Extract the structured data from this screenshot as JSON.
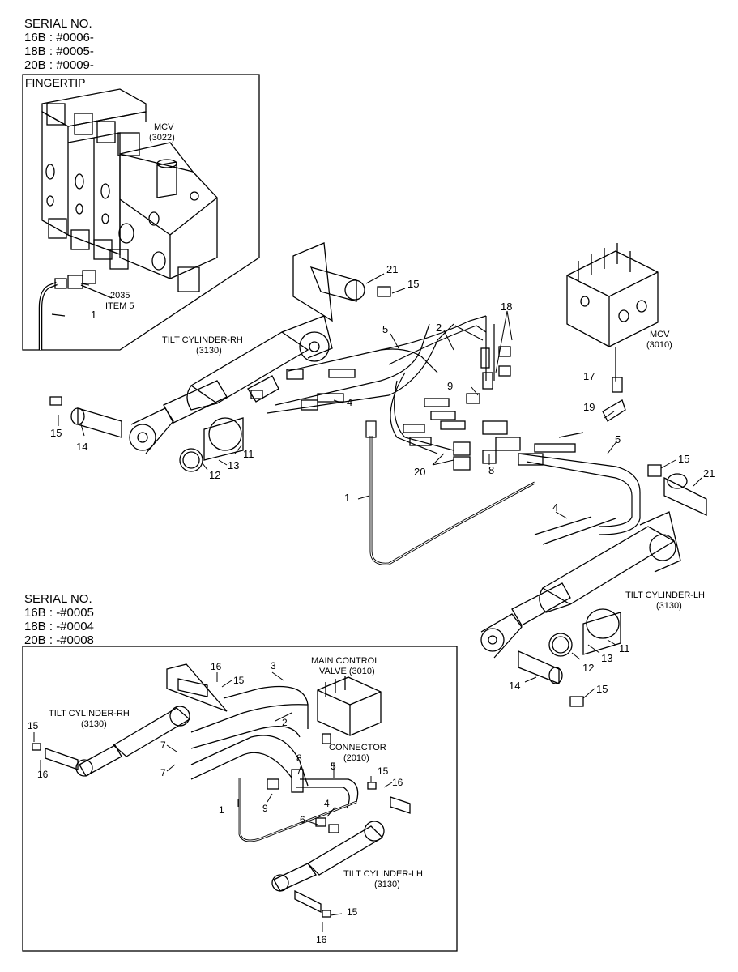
{
  "serial_top": {
    "heading": "SERIAL NO.",
    "lines": [
      "16B : #0006-",
      "18B : #0005-",
      "20B : #0009-"
    ]
  },
  "serial_bottom": {
    "heading": "SERIAL NO.",
    "lines": [
      "16B : -#0005",
      "18B : -#0004",
      "20B : -#0008"
    ]
  },
  "inset": {
    "title": "FINGERTIP",
    "mcv_label": "MCV",
    "mcv_code": "(3022)",
    "item_label": "2035",
    "item_sub": "ITEM 5",
    "callout": "1"
  },
  "main": {
    "tilt_rh": "TILT CYLINDER-RH",
    "tilt_rh_code": "(3130)",
    "tilt_lh": "TILT CYLINDER-LH",
    "tilt_lh_code": "(3130)",
    "mcv": "MCV",
    "mcv_code": "(3010)",
    "callouts": {
      "c21a": "21",
      "c15a": "15",
      "c18": "18",
      "c5a": "5",
      "c2": "2",
      "c17": "17",
      "c19": "19",
      "c9": "9",
      "c4a": "4",
      "c15b": "15",
      "c14a": "14",
      "c11a": "11",
      "c13a": "13",
      "c12a": "12",
      "c20": "20",
      "c8": "8",
      "c1": "1",
      "c5b": "5",
      "c15c": "15",
      "c21b": "21",
      "c4b": "4",
      "c11b": "11",
      "c13b": "13",
      "c12b": "12",
      "c14b": "14",
      "c15d": "15"
    }
  },
  "lower": {
    "mcv_line1": "MAIN CONTROL",
    "mcv_line2": "VALVE (3010)",
    "tilt_rh": "TILT CYLINDER-RH",
    "tilt_rh_code": "(3130)",
    "connector": "CONNECTOR",
    "connector_code": "(2010)",
    "tilt_lh": "TILT CYLINDER-LH",
    "tilt_lh_code": "(3130)",
    "callouts": {
      "c16a": "16",
      "c15a": "15",
      "c3": "3",
      "c2": "2",
      "c15b": "15",
      "c16b": "16",
      "c7a": "7",
      "c7b": "7",
      "c8": "8",
      "c5": "5",
      "c15c": "15",
      "c16c": "16",
      "c1": "1",
      "c9": "9",
      "c4": "4",
      "c6": "6",
      "c15d": "15",
      "c16d": "16"
    }
  }
}
